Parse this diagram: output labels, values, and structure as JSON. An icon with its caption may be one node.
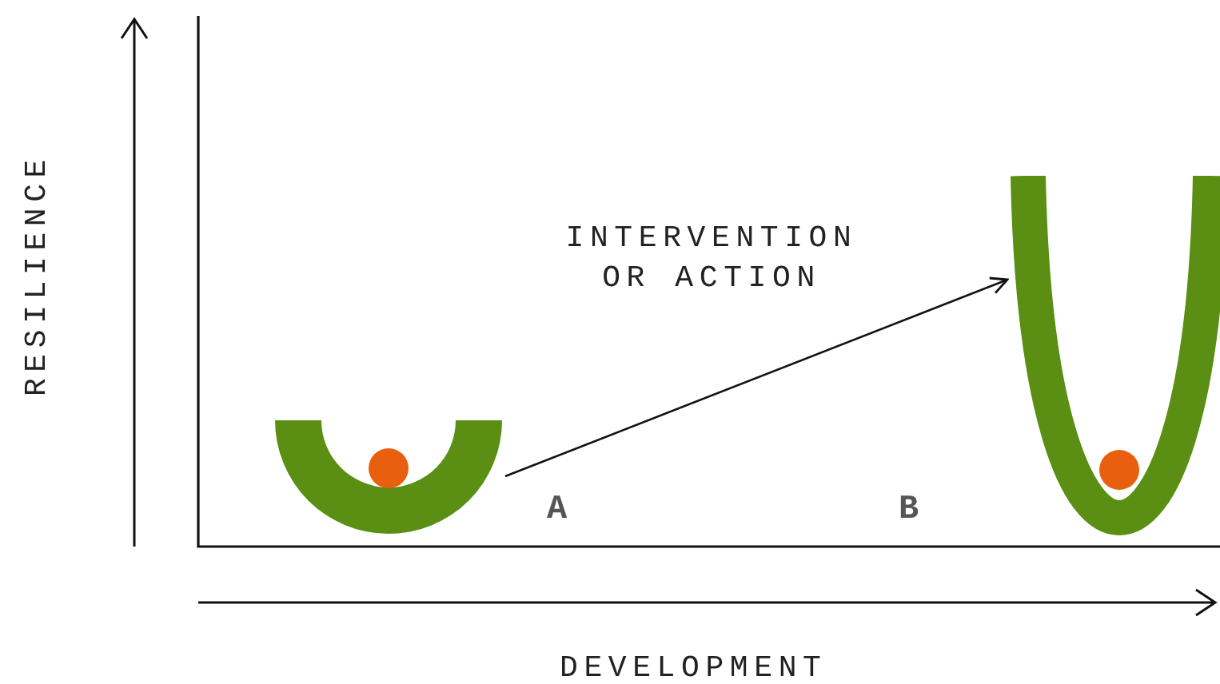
{
  "diagram": {
    "nodes": [
      {
        "text": [],
        "shape": "bowl"
      },
      {
        "text": [],
        "shape": "bowl"
      }
    ],
    "edges": [
      {
        "from": 0,
        "to": 1,
        "arrow": "to",
        "label": "INTERVENTION OR ACTION"
      }
    ],
    "labels": [
      "RESILIENCE",
      "A",
      "B",
      "DEVELOPMENT"
    ]
  }
}
